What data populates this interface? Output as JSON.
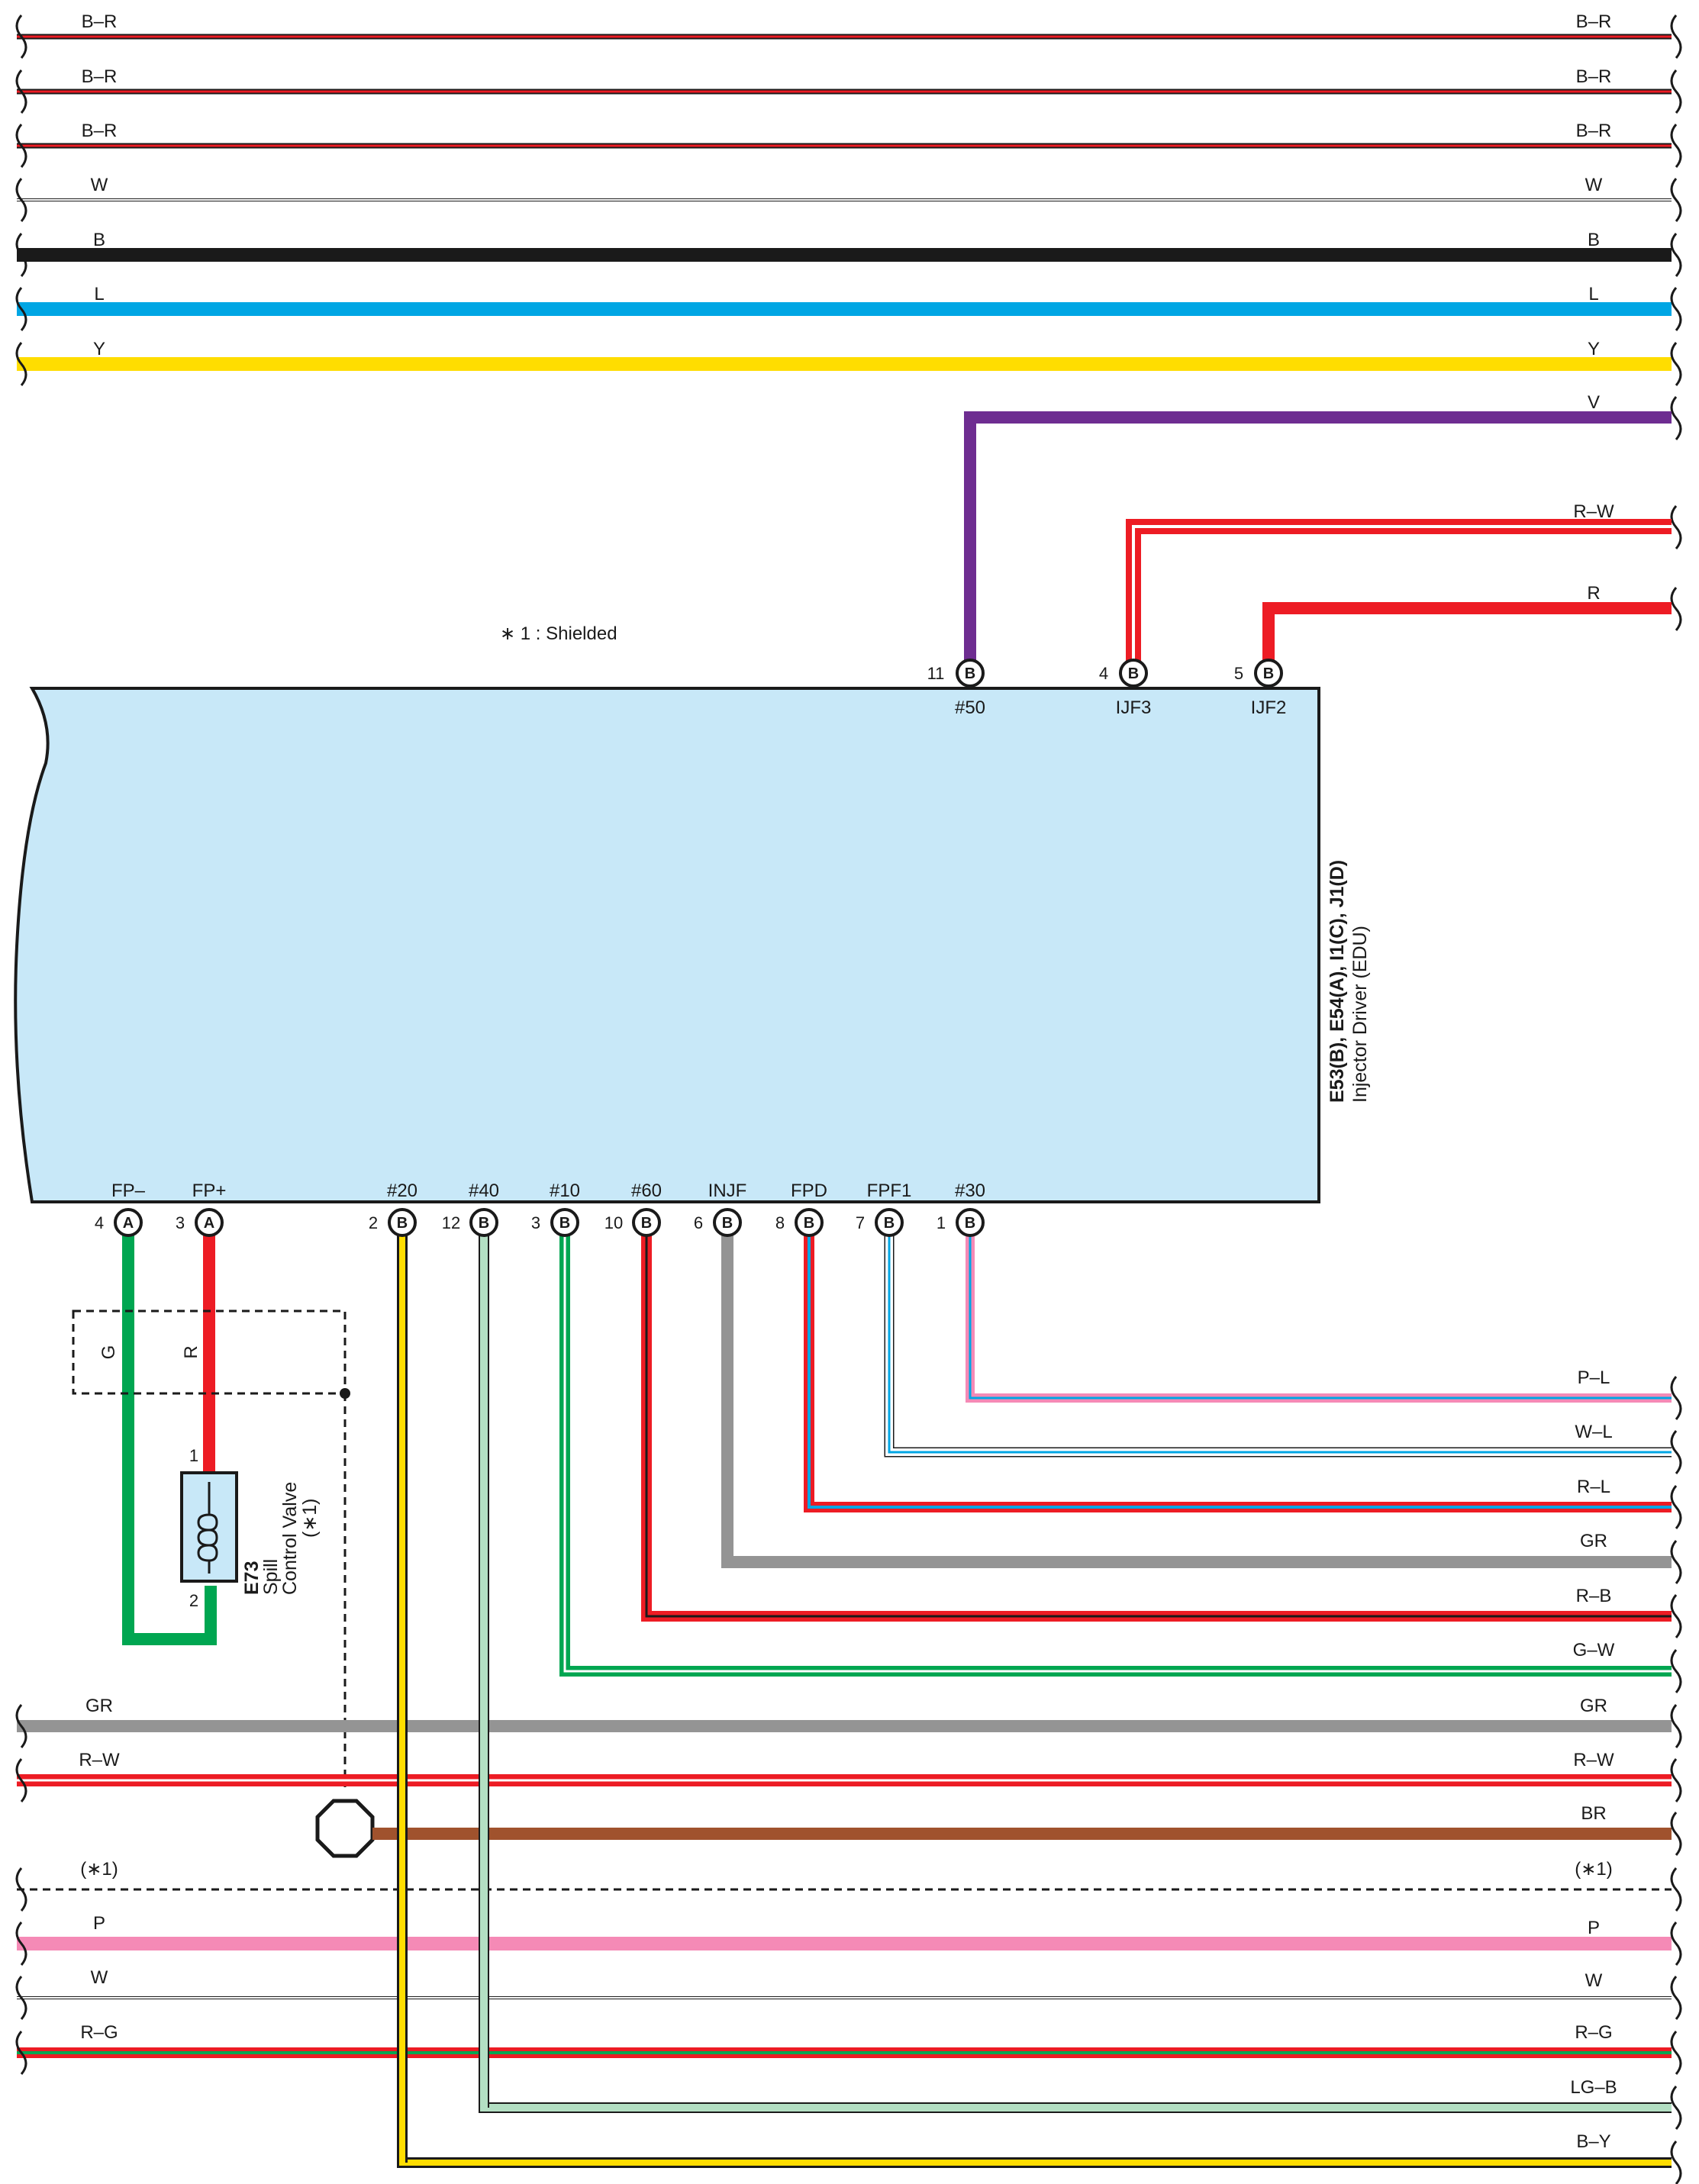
{
  "colors": {
    "R": "#ed1c24",
    "B": "#1a1a1a",
    "W": "#ffffff",
    "L": "#00a6e4",
    "Y": "#ffdd00",
    "V": "#6e2d91",
    "G": "#00a651",
    "GR": "#949494",
    "BR": "#a0522d",
    "P": "#f58ab6",
    "LG": "#b3dfc3",
    "ECU_fill": "#c8e8f8",
    "outline": "#1a1a1a"
  },
  "top_wires": [
    {
      "label": "B–R"
    },
    {
      "label": "B–R"
    },
    {
      "label": "B–R"
    },
    {
      "label": "W"
    },
    {
      "label": "B"
    },
    {
      "label": "L"
    },
    {
      "label": "Y"
    }
  ],
  "right_wires_top": [
    {
      "label": "V"
    },
    {
      "label": "R–W"
    },
    {
      "label": "R"
    }
  ],
  "shield_note": "∗ 1 : Shielded",
  "ecu": {
    "code": "E53(B), E54(A), I1(C), J1(D)",
    "name": "Injector Driver (EDU)",
    "top_pins": [
      {
        "num": "11",
        "conn": "B",
        "name": "#50"
      },
      {
        "num": "4",
        "conn": "B",
        "name": "IJF3"
      },
      {
        "num": "5",
        "conn": "B",
        "name": "IJF2"
      }
    ],
    "bottom_pins": [
      {
        "num": "4",
        "conn": "A",
        "name": "FP–"
      },
      {
        "num": "3",
        "conn": "A",
        "name": "FP+"
      },
      {
        "num": "2",
        "conn": "B",
        "name": "#20"
      },
      {
        "num": "12",
        "conn": "B",
        "name": "#40"
      },
      {
        "num": "3",
        "conn": "B",
        "name": "#10"
      },
      {
        "num": "10",
        "conn": "B",
        "name": "#60"
      },
      {
        "num": "6",
        "conn": "B",
        "name": "INJF"
      },
      {
        "num": "8",
        "conn": "B",
        "name": "FPD"
      },
      {
        "num": "7",
        "conn": "B",
        "name": "FPF1"
      },
      {
        "num": "1",
        "conn": "B",
        "name": "#30"
      }
    ]
  },
  "right_wires_bottom": [
    {
      "label": "P–L"
    },
    {
      "label": "W–L"
    },
    {
      "label": "R–L"
    },
    {
      "label": "GR"
    },
    {
      "label": "R–B"
    },
    {
      "label": "G–W"
    }
  ],
  "spill_valve": {
    "code": "E73",
    "name_line1": "Spill",
    "name_line2": "Control Valve",
    "note": "(∗1)",
    "pin1": "1",
    "pin2": "2",
    "wire_g": "G",
    "wire_r": "R"
  },
  "bottom_wires": [
    {
      "left": "GR",
      "right": "GR"
    },
    {
      "left": "R–W",
      "right": "R–W"
    },
    {
      "left": "",
      "right": "BR"
    },
    {
      "left": "(∗1)",
      "right": "(∗1)"
    },
    {
      "left": "P",
      "right": "P"
    },
    {
      "left": "W",
      "right": "W"
    },
    {
      "left": "R–G",
      "right": "R–G"
    },
    {
      "left": "",
      "right": "LG–B"
    },
    {
      "left": "",
      "right": "B–Y"
    }
  ]
}
